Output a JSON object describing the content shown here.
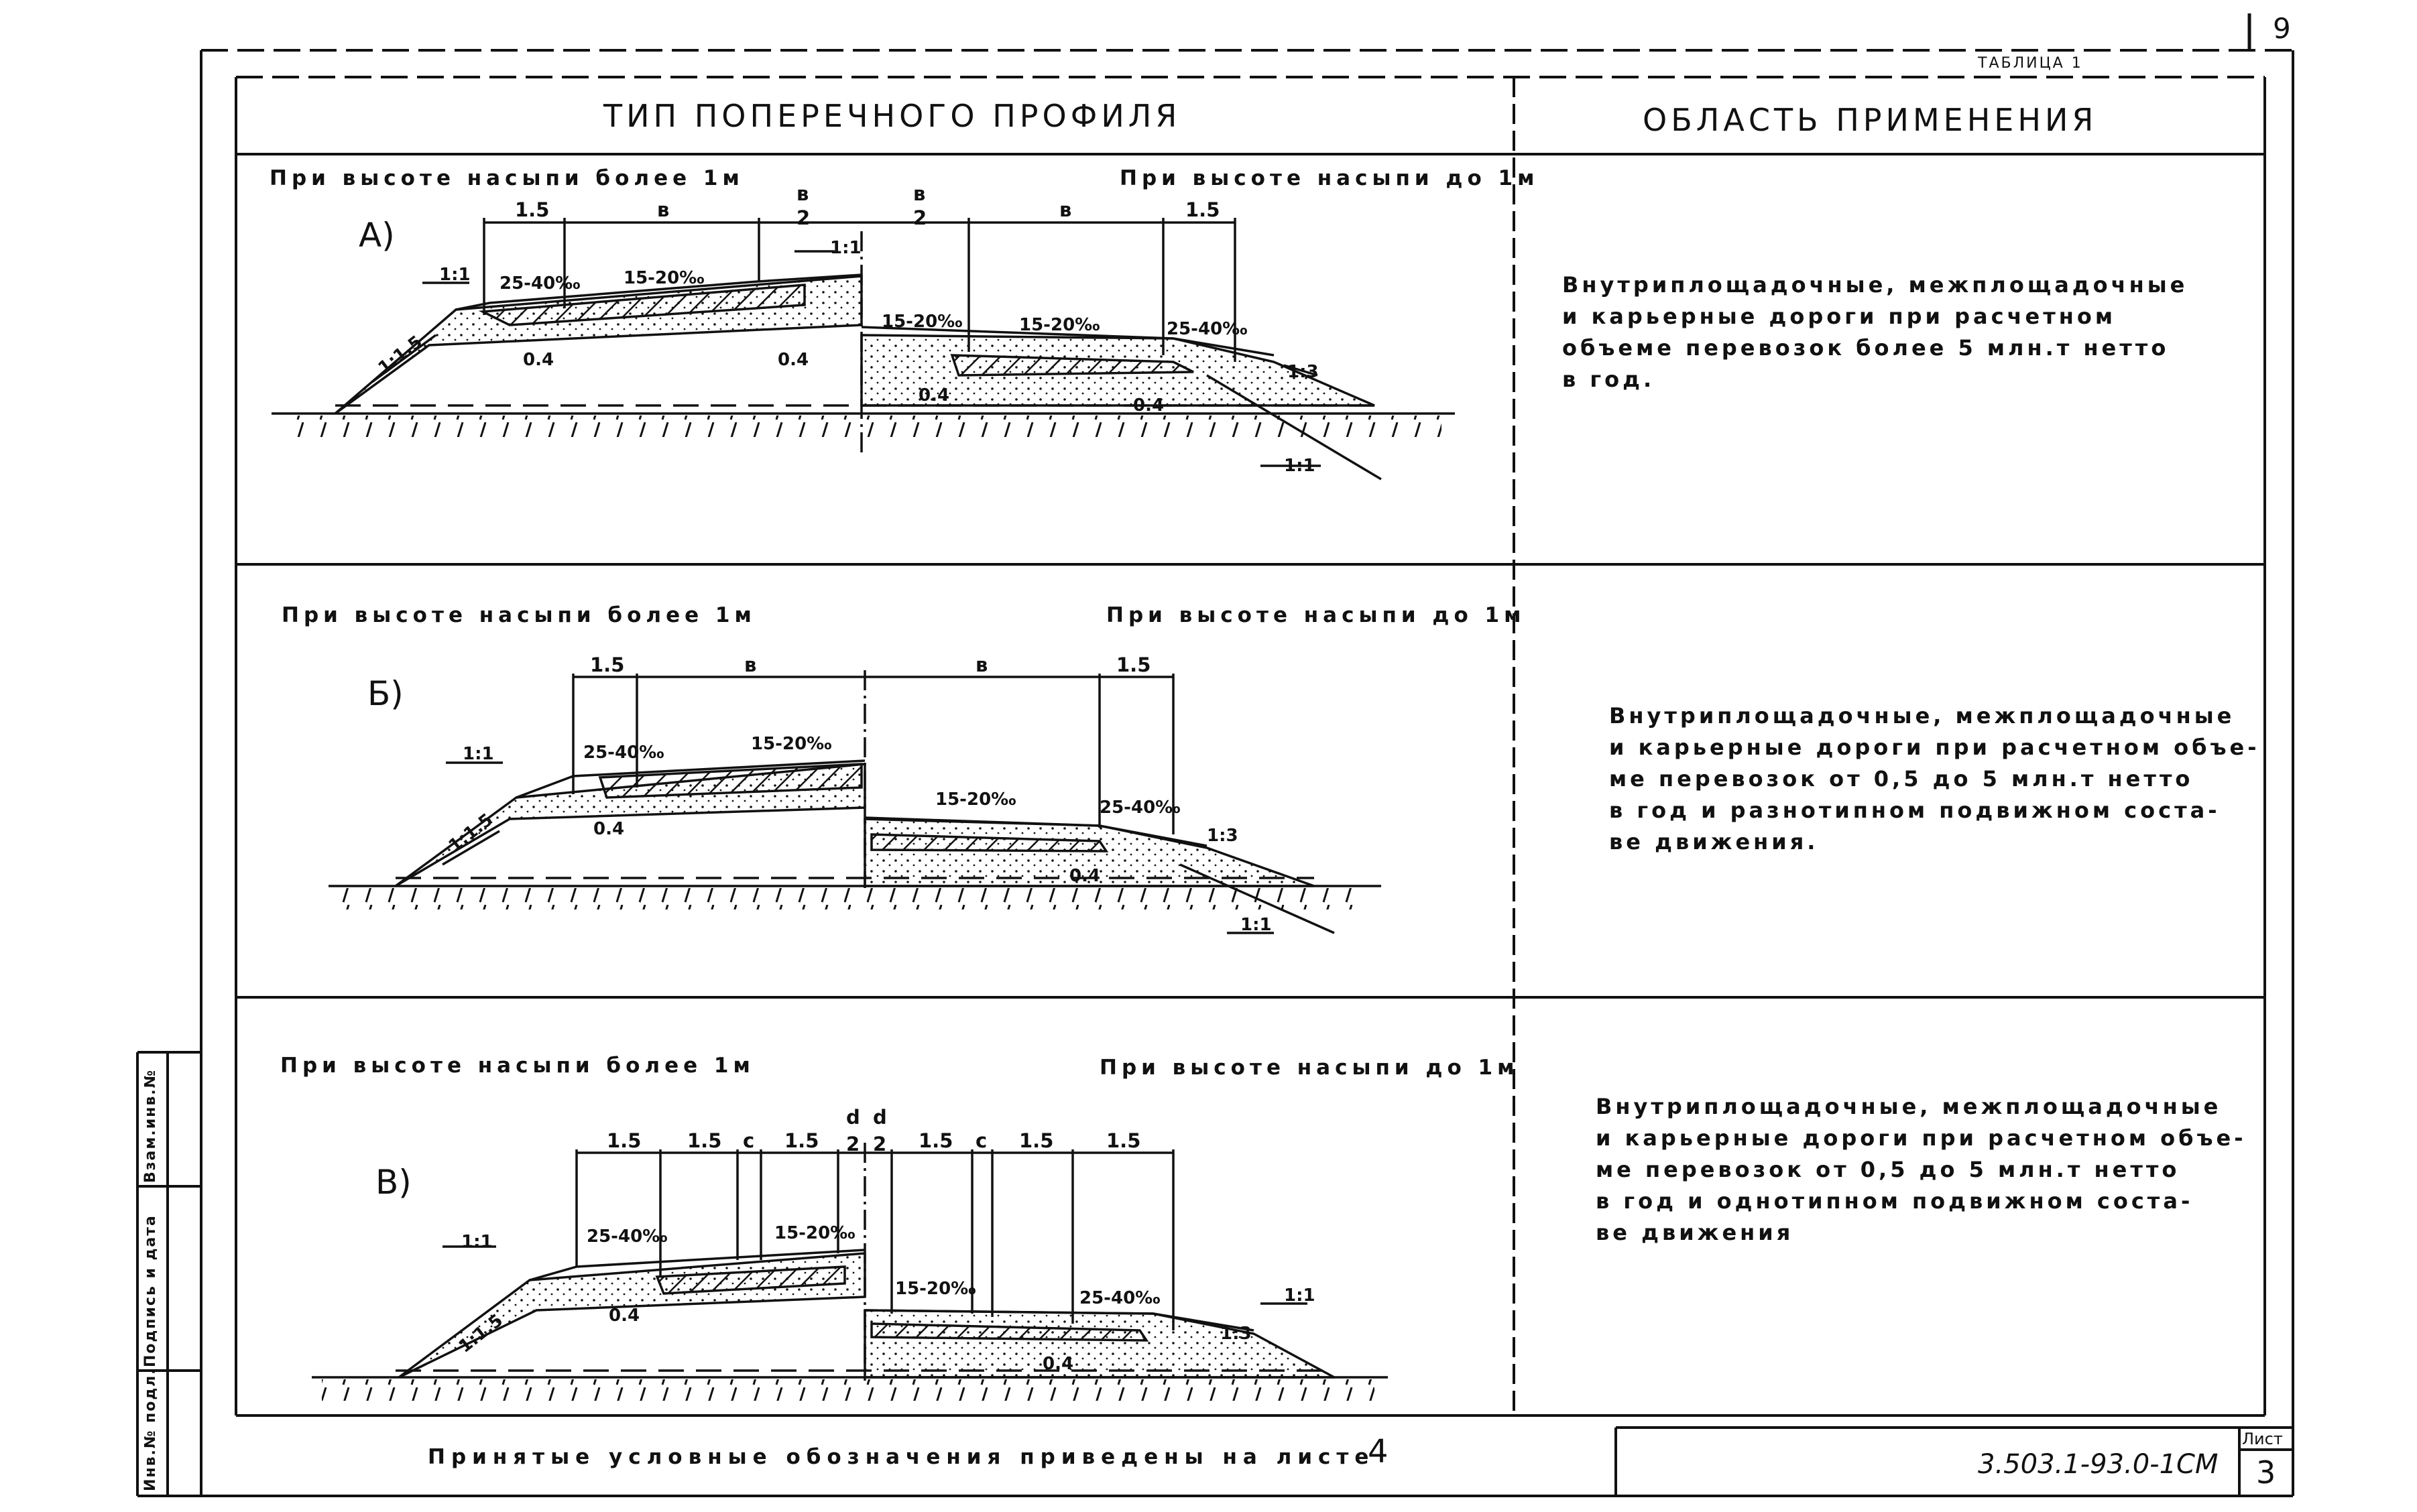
{
  "sheet_corner_number": "9",
  "table_tag": "ТАБЛИЦА 1",
  "header": {
    "col_profile": "ТИП ПОПЕРЕЧНОГО ПРОФИЛЯ",
    "col_application": "ОБЛАСТЬ ПРИМЕНЕНИЯ"
  },
  "rows": [
    {
      "letter": "А)",
      "left_caption": "При высоте насыпи более 1м",
      "right_caption": "При высоте насыпи до 1м",
      "dims": [
        "1.5",
        "в",
        "в",
        "2",
        "в",
        "2",
        "в",
        "1.5"
      ],
      "slopes": {
        "s1": "1:1",
        "s2": "1:1.5",
        "s3": "1:1",
        "s4": "1:3",
        "s5": "1:1"
      },
      "grades": {
        "g1": "25-40‰",
        "g2": "15-20‰",
        "g3": "15-20‰",
        "g4": "15-20‰",
        "g5": "25-40‰"
      },
      "thick": {
        "t1": "0.4",
        "t2": "0.4",
        "t3": "0.4",
        "t4": "0.4"
      },
      "application": "Внутриплощадочные, межплощадочные\nи карьерные дороги при расчетном\nобъеме перевозок более 5 млн.т нетто\nв год."
    },
    {
      "letter": "Б)",
      "left_caption": "При высоте насыпи более 1м",
      "right_caption": "При высоте насыпи до 1м",
      "dims": [
        "1.5",
        "в",
        "в",
        "1.5"
      ],
      "slopes": {
        "s1": "1:1",
        "s2": "1:1.5",
        "s3": "1:3",
        "s4": "1:1"
      },
      "grades": {
        "g1": "25-40‰",
        "g2": "15-20‰",
        "g3": "15-20‰",
        "g4": "25-40‰"
      },
      "thick": {
        "t1": "0.4",
        "t2": "0.4"
      },
      "application": "Внутриплощадочные, межплощадочные\nи карьерные дороги при расчетном объе-\nме перевозок от 0,5 до 5 млн.т нетто\nв год и разнотипном подвижном соста-\nве движения."
    },
    {
      "letter": "В)",
      "left_caption": "При высоте насыпи более 1м",
      "right_caption": "При высоте насыпи до 1м",
      "dims": [
        "1.5",
        "1.5",
        "с",
        "1.5",
        "d",
        "2",
        "d",
        "2",
        "1.5",
        "с",
        "1.5",
        "1.5"
      ],
      "slopes": {
        "s1": "1:1",
        "s2": "1:1.5",
        "s3": "1:1",
        "s4": "1:3"
      },
      "grades": {
        "g1": "25-40‰",
        "g2": "15-20‰",
        "g3": "15-20‰",
        "g4": "25-40‰"
      },
      "thick": {
        "t1": "0.4",
        "t2": "0.4"
      },
      "application": "Внутриплощадочные, межплощадочные\nи карьерные дороги при расчетном объе-\nме перевозок от 0,5 до 5 млн.т нетто\nв год и однотипном подвижном соста-\nве движения"
    }
  ],
  "footer": {
    "note": "Принятые условные обозначения приведены на листе",
    "note_sheet": "4",
    "code": "3.503.1-93.0-1СМ",
    "sheet_label": "Лист",
    "sheet_no": "3"
  },
  "side_stamp": [
    "Инв.№ подл.",
    "Подпись и дата",
    "Взам.инв.№"
  ]
}
